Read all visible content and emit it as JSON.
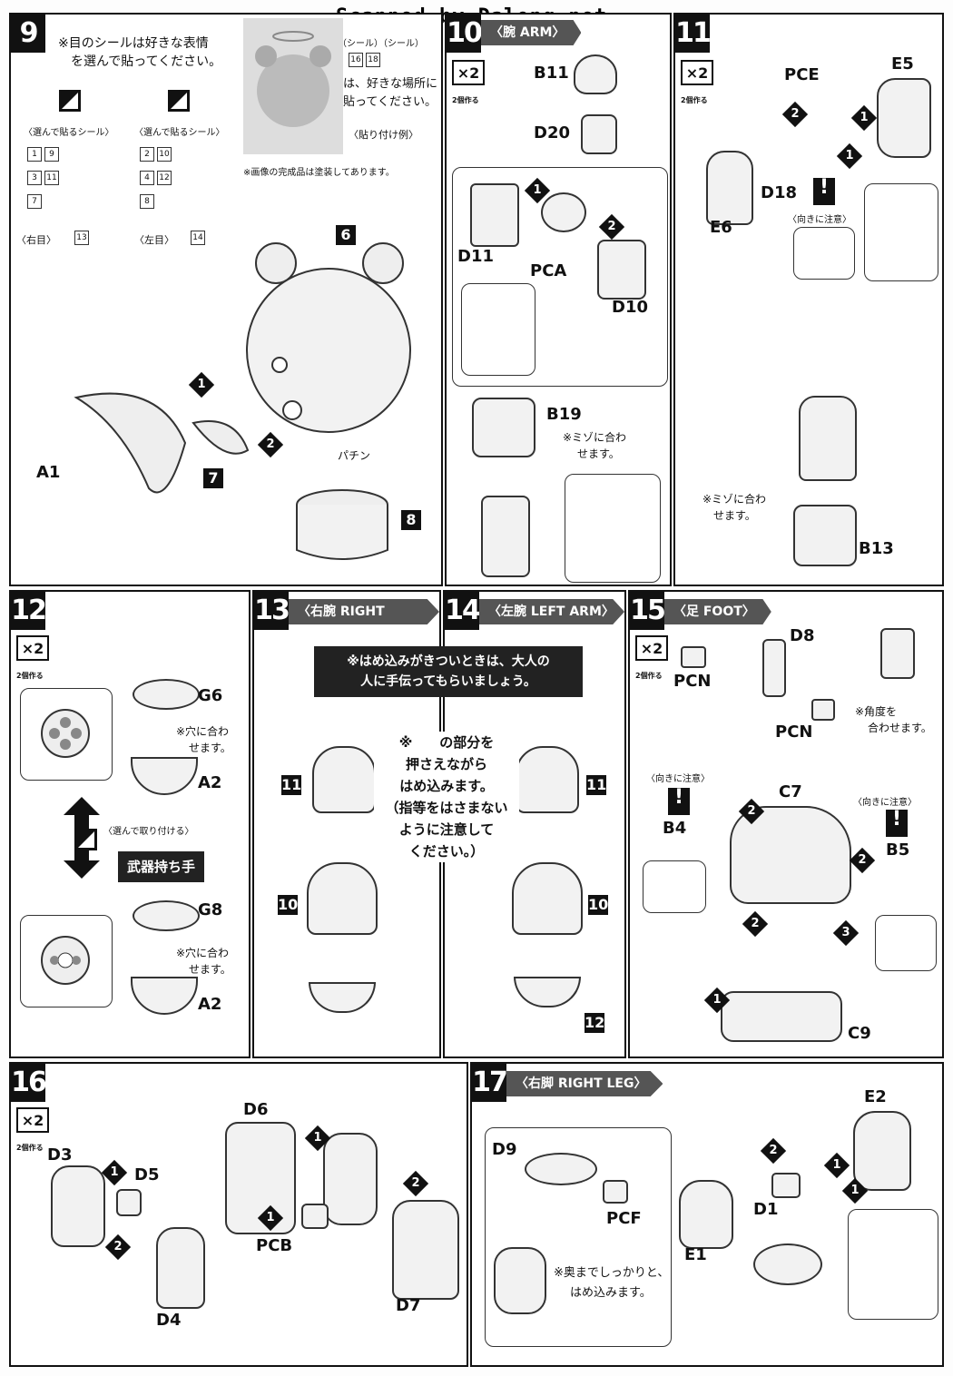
{
  "watermark": "Scanned by Dalong.net",
  "steps": {
    "s9": {
      "num": "9",
      "note1": "※目のシールは好きな表情",
      "note2": "を選んで貼ってください。",
      "choose_a": "〈選んで貼るシール〉",
      "choose_b": "〈選んで貼るシール〉",
      "right_eye": "〈右目〉",
      "left_eye": "〈左目〉",
      "seal_note_a": "（シール）（シール）",
      "seal_note_b": "は、好きな場所に",
      "seal_note_c": "貼ってください。",
      "example": "〈貼り付け例〉",
      "painted": "※画像の完成品は塗装してあります。",
      "parts": [
        "A1",
        "6",
        "7",
        "8"
      ],
      "patin": "パチン"
    },
    "s10": {
      "num": "10",
      "title": "〈腕 ARM〉",
      "x2": "×2",
      "x2sub": "2個作る",
      "parts": [
        "B11",
        "D20",
        "D11",
        "PCA",
        "D10",
        "B19"
      ],
      "note": "※ミゾに合わ",
      "note2": "せます。"
    },
    "s11": {
      "num": "11",
      "x2": "×2",
      "x2sub": "2個作る",
      "parts": [
        "PCE",
        "E5",
        "E6",
        "D18",
        "B13"
      ],
      "care": "〈向きに注意〉",
      "note": "※ミゾに合わ",
      "note2": "せます。"
    },
    "s12": {
      "num": "12",
      "x2": "×2",
      "x2sub": "2個作る",
      "parts": [
        "G6",
        "A2",
        "G8",
        "A2"
      ],
      "note": "※穴に合わ",
      "note2": "せます。",
      "choose": "〈選んで取り付ける〉",
      "weapon": "武器持ち手"
    },
    "s13": {
      "num": "13",
      "title": "〈右腕 RIGHT ARM〉",
      "parts": [
        "11",
        "10"
      ]
    },
    "s14": {
      "num": "14",
      "title": "〈左腕 LEFT ARM〉",
      "parts": [
        "11",
        "10",
        "12"
      ]
    },
    "warn": {
      "line1": "※はめ込みがきついときは、大人の",
      "line2": "人に手伝ってもらいましょう。"
    },
    "press": {
      "l1": "※　　の部分を",
      "l2": "押さえながら",
      "l3": "はめ込みます。",
      "l4": "（指等をはさまない",
      "l5": "ように注意して",
      "l6": "ください。）"
    },
    "s15": {
      "num": "15",
      "title": "〈足 FOOT〉",
      "x2": "×2",
      "x2sub": "2個作る",
      "parts": [
        "D8",
        "PCN",
        "PCN",
        "C7",
        "B4",
        "B5",
        "C9"
      ],
      "angle1": "※角度を",
      "angle2": "合わせます。",
      "care": "〈向きに注意〉"
    },
    "s16": {
      "num": "16",
      "x2": "×2",
      "x2sub": "2個作る",
      "parts": [
        "D3",
        "D5",
        "D4",
        "D6",
        "PCB",
        "D7"
      ]
    },
    "s17": {
      "num": "17",
      "title": "〈右脚 RIGHT LEG〉",
      "parts": [
        "D9",
        "PCF",
        "E2",
        "D1",
        "E1"
      ],
      "note1": "※奥までしっかりと、",
      "note2": "はめ込みます。"
    }
  },
  "seal_numbers": {
    "a": [
      "1",
      "9",
      "3",
      "11",
      "7"
    ],
    "b": [
      "2",
      "10",
      "4",
      "12",
      "8"
    ],
    "right": "13",
    "left": "14",
    "extra": [
      "16",
      "18"
    ]
  }
}
